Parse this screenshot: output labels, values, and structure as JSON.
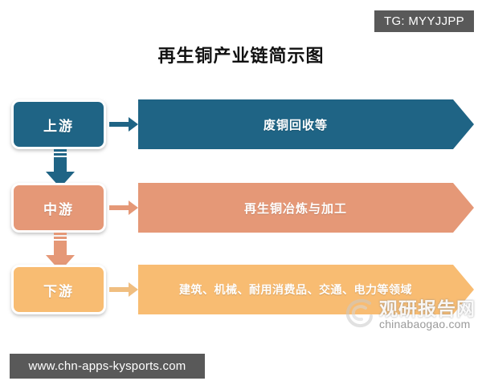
{
  "tag": {
    "label": "TG: MYYJJPP"
  },
  "title": "再生铜产业链简示图",
  "diagram": {
    "type": "flow",
    "rows": [
      {
        "stage_label": "上游",
        "banner_label": "废铜回收等",
        "color": "#1F6485",
        "arrow_color": "#1F6485"
      },
      {
        "stage_label": "中游",
        "banner_label": "再生铜冶炼与加工",
        "color": "#E59877",
        "arrow_color": "#E59877"
      },
      {
        "stage_label": "下游",
        "banner_label": "建筑、机械、耐用消费品、交通、电力等领域",
        "color": "#F8BC72",
        "arrow_color": "#F8BC72"
      }
    ],
    "connectors": [
      {
        "from": "上游",
        "to": "中游",
        "color": "#1F6485"
      },
      {
        "from": "中游",
        "to": "下游",
        "color": "#E59877"
      }
    ]
  },
  "watermark": {
    "cn": "观研报告网",
    "en": "chinabaogao.com"
  },
  "footer": {
    "url": "www.chn-apps-kysports.com"
  }
}
